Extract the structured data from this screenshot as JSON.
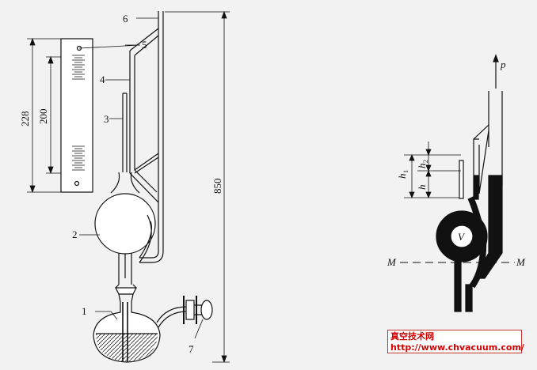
{
  "left_diagram": {
    "part_labels": [
      "1",
      "2",
      "3",
      "4",
      "5",
      "6",
      "7"
    ],
    "dimensions": {
      "scale_total": "228",
      "scale_inner": "200",
      "height": "850"
    }
  },
  "right_diagram": {
    "labels": {
      "p": "p",
      "v": "V",
      "m_left": "M",
      "m_right": "M",
      "h1": "h",
      "h1_sub": "1",
      "h2": "h",
      "h2_sub": "2",
      "h": "h"
    }
  },
  "watermark": {
    "line1": "真空技术网",
    "line2": "http://www.chvacuum.com/"
  }
}
